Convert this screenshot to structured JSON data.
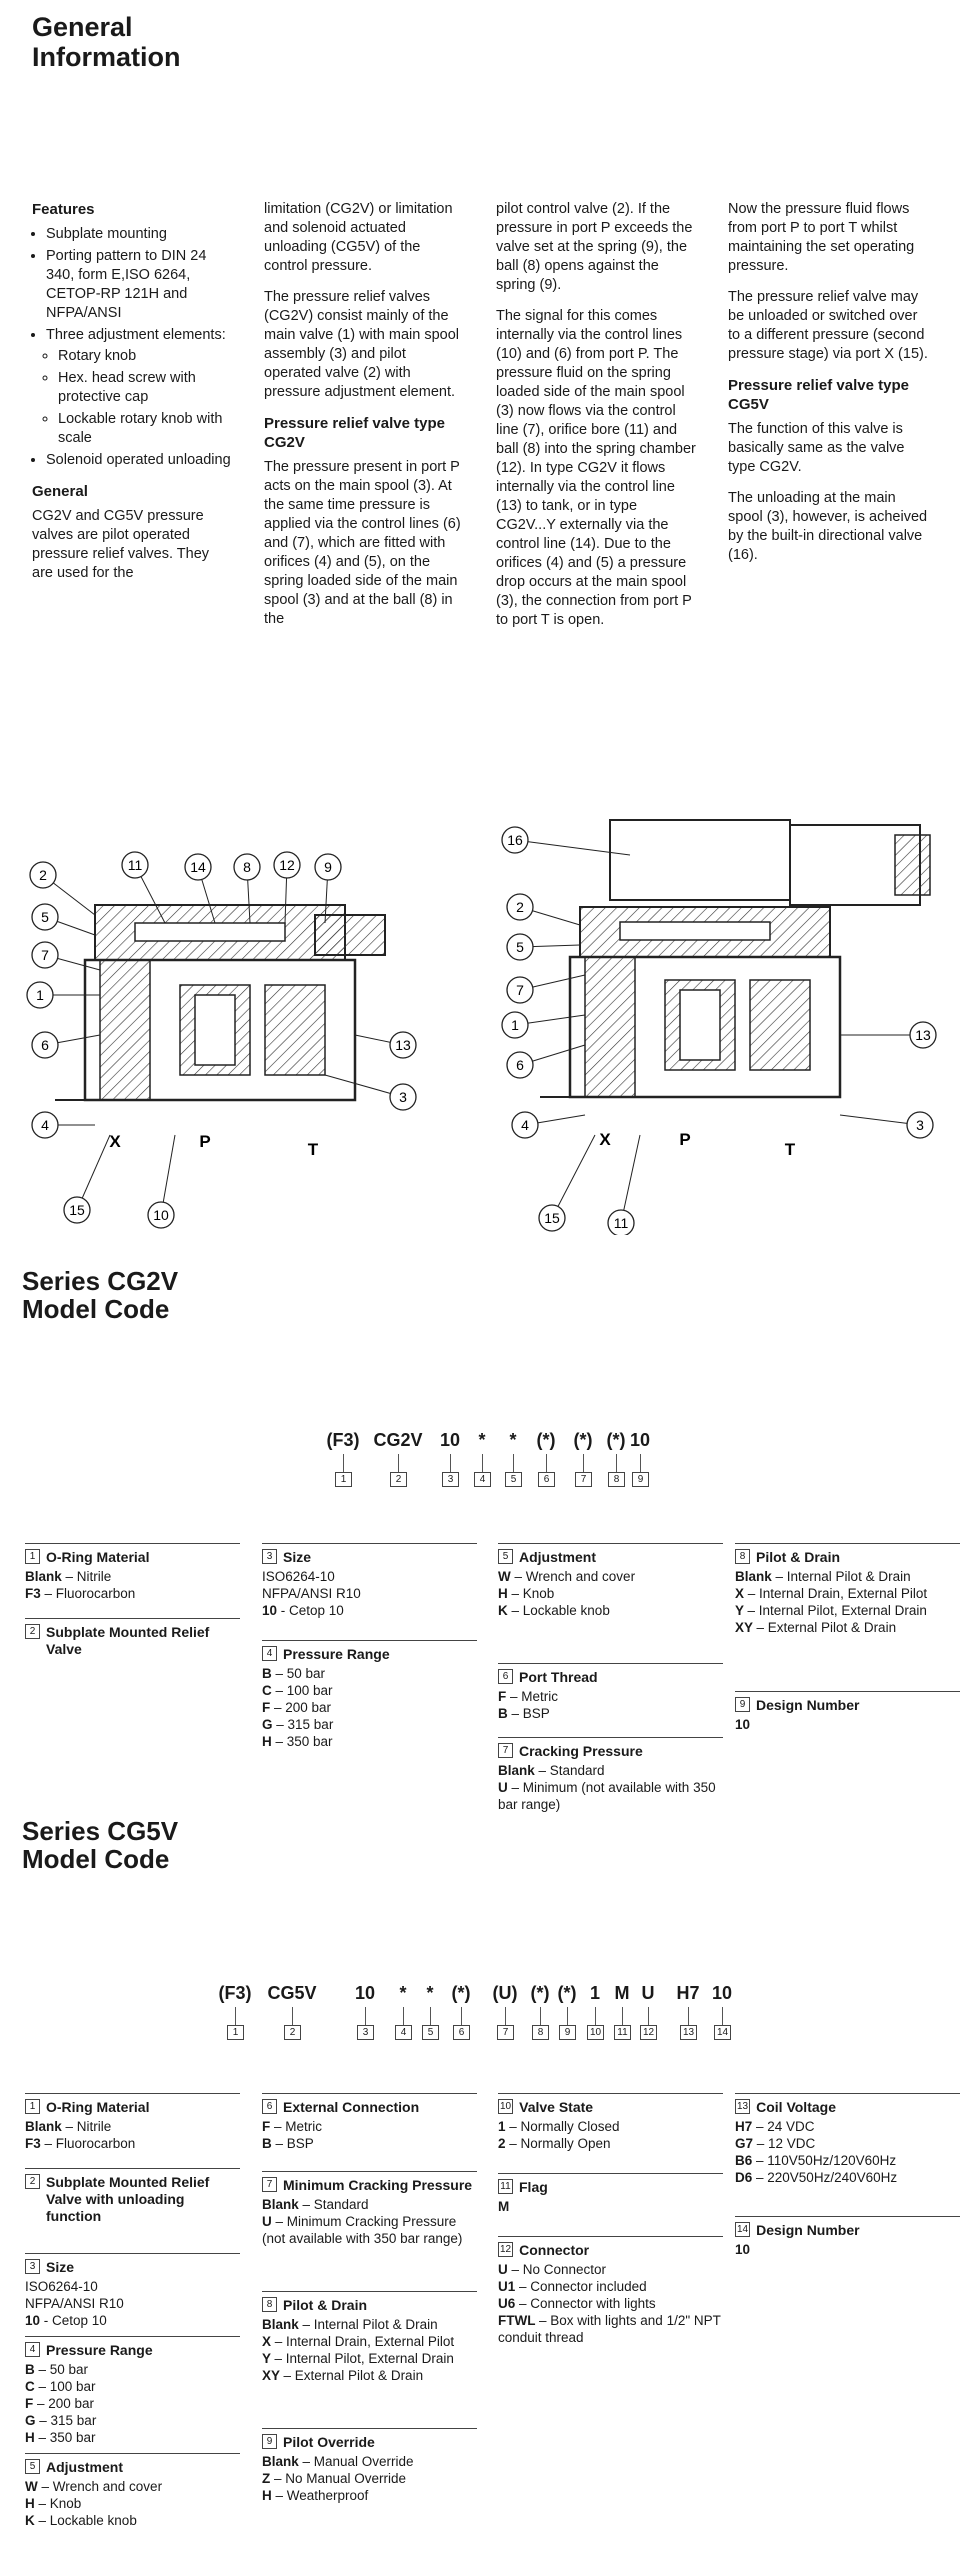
{
  "title": "General Information",
  "info": {
    "col1": {
      "features_heading": "Features",
      "features": [
        "Subplate mounting",
        "Porting pattern to DIN 24 340, form E,ISO 6264, CETOP-RP 121H and NFPA/ANSI",
        "Three adjustment elements:"
      ],
      "sub_features": [
        "Rotary knob",
        "Hex. head screw with protective cap",
        "Lockable rotary knob with scale"
      ],
      "features_last": "Solenoid operated unloading",
      "general_heading": "General",
      "general_text": "CG2V and CG5V pressure valves are pilot operated pressure relief valves. They are used for the"
    },
    "col2": {
      "p1": "limitation (CG2V) or limitation and solenoid actuated unloading (CG5V) of the control pressure.",
      "p2": "The pressure relief valves (CG2V) consist mainly of the main valve (1) with main spool assembly (3) and pilot operated valve (2) with pressure adjustment element.",
      "heading": "Pressure relief valve type CG2V",
      "p3": "The pressure present in port P acts on the main spool (3). At the same time pressure is applied via the control lines (6) and (7), which are fitted with orifices (4) and (5), on the spring loaded side of the main spool (3) and at the ball (8) in the"
    },
    "col3": {
      "p1": "pilot control valve (2). If the pressure in port P exceeds the valve set at the spring (9), the ball (8) opens against the spring (9).",
      "p2": "The signal for this comes internally via the control lines (10) and (6) from port P. The pressure fluid on the spring loaded side of the main spool (3) now flows via the control line (7), orifice bore (11) and ball (8) into the spring chamber (12). In type CG2V it flows internally via the control line (13) to tank, or in type CG2V...Y externally via the control line (14). Due to the orifices (4) and (5) a pressure drop occurs at the main spool (3), the connection from port P to port T is open."
    },
    "col4": {
      "p1": "Now the pressure fluid flows from port P to port T whilst maintaining the set operating pressure.",
      "p2": "The pressure relief valve may be unloaded or switched over to a different pressure (second pressure stage) via port X (15).",
      "heading": "Pressure relief valve type CG5V",
      "p3": "The function of this valve is basically same as the valve type CG2V.",
      "p4": "The unloading at the main spool (3), however, is acheived by the built-in directional valve (16)."
    }
  },
  "diagram_left": {
    "callouts": [
      "2",
      "11",
      "14",
      "8",
      "12",
      "9",
      "5",
      "7",
      "1",
      "6",
      "13",
      "3",
      "4",
      "15",
      "10"
    ],
    "ports": [
      "X",
      "P",
      "T"
    ]
  },
  "diagram_right": {
    "callouts": [
      "16",
      "2",
      "5",
      "7",
      "1",
      "6",
      "13",
      "4",
      "3",
      "15",
      "11"
    ],
    "ports": [
      "X",
      "P",
      "T"
    ]
  },
  "cg2v": {
    "title_line1": "Series CG2V",
    "title_line2": "Model Code",
    "code": [
      "(F3)",
      "CG2V",
      "10",
      "*",
      "*",
      "(*)",
      "(*)",
      "(*)",
      "10"
    ],
    "boxes": [
      "1",
      "2",
      "3",
      "4",
      "5",
      "6",
      "7",
      "8",
      "9"
    ],
    "groups": [
      {
        "num": "1",
        "title": "O-Ring Material",
        "items": [
          {
            "k": "Blank",
            "v": "– Nitrile"
          },
          {
            "k": "F3",
            "v": "– Fluorocarbon"
          }
        ]
      },
      {
        "num": "2",
        "title": "Subplate Mounted Relief Valve",
        "items": []
      },
      {
        "num": "3",
        "title": "Size",
        "items": [
          {
            "k": "",
            "v": "ISO6264-10"
          },
          {
            "k": "",
            "v": "NFPA/ANSI R10"
          },
          {
            "k": "10",
            "v": "- Cetop 10"
          }
        ]
      },
      {
        "num": "4",
        "title": "Pressure Range",
        "items": [
          {
            "k": "B",
            "v": "– 50 bar"
          },
          {
            "k": "C",
            "v": "– 100 bar"
          },
          {
            "k": "F",
            "v": "– 200 bar"
          },
          {
            "k": "G",
            "v": "– 315 bar"
          },
          {
            "k": "H",
            "v": "– 350 bar"
          }
        ]
      },
      {
        "num": "5",
        "title": "Adjustment",
        "items": [
          {
            "k": "W",
            "v": "– Wrench and cover"
          },
          {
            "k": "H",
            "v": "– Knob"
          },
          {
            "k": "K",
            "v": "– Lockable knob"
          }
        ]
      },
      {
        "num": "6",
        "title": "Port Thread",
        "items": [
          {
            "k": "F",
            "v": "– Metric"
          },
          {
            "k": "B",
            "v": "– BSP"
          }
        ]
      },
      {
        "num": "7",
        "title": "Cracking Pressure",
        "items": [
          {
            "k": "Blank",
            "v": "– Standard"
          },
          {
            "k": "U",
            "v": "– Minimum (not available with 350 bar range)"
          }
        ]
      },
      {
        "num": "8",
        "title": "Pilot & Drain",
        "items": [
          {
            "k": "Blank",
            "v": "– Internal Pilot & Drain"
          },
          {
            "k": "X",
            "v": "– Internal Drain, External Pilot"
          },
          {
            "k": "Y",
            "v": "– Internal Pilot, External Drain"
          },
          {
            "k": "XY",
            "v": "– External Pilot & Drain"
          }
        ]
      },
      {
        "num": "9",
        "title": "Design Number",
        "items": [
          {
            "k": "10",
            "v": ""
          }
        ]
      }
    ]
  },
  "cg5v": {
    "title_line1": "Series CG5V",
    "title_line2": "Model Code",
    "code": [
      "(F3)",
      "CG5V",
      "10",
      "*",
      "*",
      "(*)",
      "(U)",
      "(*)",
      "(*)",
      "1",
      "M",
      "U",
      "H7",
      "10"
    ],
    "boxes": [
      "1",
      "2",
      "3",
      "4",
      "5",
      "6",
      "7",
      "8",
      "9",
      "10",
      "11",
      "12",
      "13",
      "14"
    ],
    "groups": [
      {
        "num": "1",
        "title": "O-Ring Material",
        "items": [
          {
            "k": "Blank",
            "v": "– Nitrile"
          },
          {
            "k": "F3",
            "v": "– Fluorocarbon"
          }
        ]
      },
      {
        "num": "2",
        "title": "Subplate Mounted Relief Valve with unloading function",
        "items": []
      },
      {
        "num": "3",
        "title": "Size",
        "items": [
          {
            "k": "",
            "v": "ISO6264-10"
          },
          {
            "k": "",
            "v": "NFPA/ANSI R10"
          },
          {
            "k": "10",
            "v": "- Cetop 10"
          }
        ]
      },
      {
        "num": "4",
        "title": "Pressure Range",
        "items": [
          {
            "k": "B",
            "v": "– 50 bar"
          },
          {
            "k": "C",
            "v": "– 100 bar"
          },
          {
            "k": "F",
            "v": "– 200 bar"
          },
          {
            "k": "G",
            "v": "– 315 bar"
          },
          {
            "k": "H",
            "v": "– 350 bar"
          }
        ]
      },
      {
        "num": "5",
        "title": "Adjustment",
        "items": [
          {
            "k": "W",
            "v": "– Wrench and cover"
          },
          {
            "k": "H",
            "v": "– Knob"
          },
          {
            "k": "K",
            "v": "– Lockable knob"
          }
        ]
      },
      {
        "num": "6",
        "title": "External Connection",
        "items": [
          {
            "k": "F",
            "v": "– Metric"
          },
          {
            "k": "B",
            "v": "– BSP"
          }
        ]
      },
      {
        "num": "7",
        "title": "Minimum Cracking Pressure",
        "items": [
          {
            "k": "Blank",
            "v": "– Standard"
          },
          {
            "k": "U",
            "v": "– Minimum Cracking Pressure (not available with 350 bar range)"
          }
        ]
      },
      {
        "num": "8",
        "title": "Pilot & Drain",
        "items": [
          {
            "k": "Blank",
            "v": "– Internal Pilot & Drain"
          },
          {
            "k": "X",
            "v": "– Internal Drain, External Pilot"
          },
          {
            "k": "Y",
            "v": "– Internal Pilot, External Drain"
          },
          {
            "k": "XY",
            "v": "– External Pilot & Drain"
          }
        ]
      },
      {
        "num": "9",
        "title": "Pilot Override",
        "items": [
          {
            "k": "Blank",
            "v": "– Manual Override"
          },
          {
            "k": "Z",
            "v": "– No Manual Override"
          },
          {
            "k": "H",
            "v": "– Weatherproof"
          }
        ]
      },
      {
        "num": "10",
        "title": "Valve State",
        "items": [
          {
            "k": "1",
            "v": "– Normally Closed"
          },
          {
            "k": "2",
            "v": "– Normally Open"
          }
        ]
      },
      {
        "num": "11",
        "title": "Flag",
        "items": [
          {
            "k": "M",
            "v": ""
          }
        ]
      },
      {
        "num": "12",
        "title": "Connector",
        "items": [
          {
            "k": "U",
            "v": "– No Connector"
          },
          {
            "k": "U1",
            "v": "– Connector included"
          },
          {
            "k": "U6",
            "v": "– Connector with lights"
          },
          {
            "k": "FTWL",
            "v": "– Box with lights and 1/2\" NPT conduit thread"
          }
        ]
      },
      {
        "num": "13",
        "title": "Coil Voltage",
        "items": [
          {
            "k": "H7",
            "v": "– 24 VDC"
          },
          {
            "k": "G7",
            "v": "– 12 VDC"
          },
          {
            "k": "B6",
            "v": "– 110V50Hz/120V60Hz"
          },
          {
            "k": "D6",
            "v": "– 220V50Hz/240V60Hz"
          }
        ]
      },
      {
        "num": "14",
        "title": "Design Number",
        "items": [
          {
            "k": "10",
            "v": ""
          }
        ]
      }
    ]
  }
}
